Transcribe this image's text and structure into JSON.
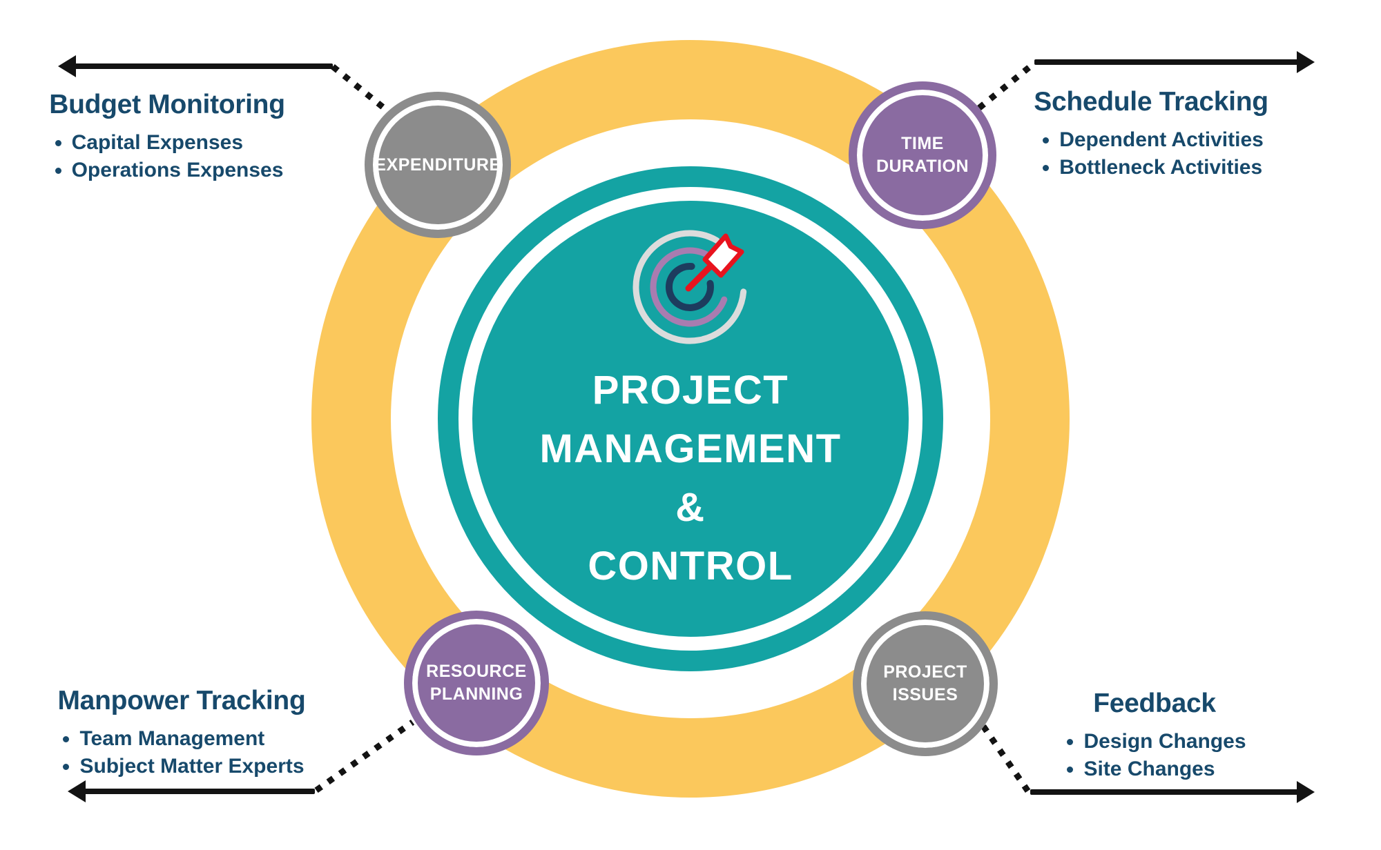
{
  "colors": {
    "teal": "#14A3A3",
    "yellow": "#FBC85C",
    "gray": "#8C8C8C",
    "purple": "#8A6BA1",
    "navy": "#17496B",
    "arrow-black": "#131313",
    "white": "#FFFFFF",
    "icon-silver": "#DCDCDC",
    "icon-mauve": "#A97CB0",
    "icon-navy": "#1D3C5E",
    "icon-red": "#E8131E"
  },
  "center": {
    "icon": "target-with-dart",
    "lines": [
      "PROJECT",
      "MANAGEMENT",
      "&",
      "CONTROL"
    ]
  },
  "satellites": [
    {
      "id": "expenditure",
      "lines": [
        "EXPENDITURE"
      ]
    },
    {
      "id": "time-duration",
      "lines": [
        "TIME",
        "DURATION"
      ]
    },
    {
      "id": "resource-planning",
      "lines": [
        "RESOURCE",
        "PLANNING"
      ]
    },
    {
      "id": "project-issues",
      "lines": [
        "PROJECT",
        "ISSUES"
      ]
    }
  ],
  "corners": [
    {
      "id": "budget-monitoring",
      "title": "Budget Monitoring",
      "bullets": [
        "Capital Expenses",
        "Operations Expenses"
      ]
    },
    {
      "id": "schedule-tracking",
      "title": "Schedule Tracking",
      "bullets": [
        "Dependent Activities",
        "Bottleneck Activities"
      ]
    },
    {
      "id": "manpower-tracking",
      "title": "Manpower Tracking",
      "bullets": [
        "Team Management",
        "Subject Matter Experts"
      ]
    },
    {
      "id": "feedback",
      "title": "Feedback",
      "bullets": [
        "Design Changes",
        "Site Changes"
      ]
    }
  ]
}
